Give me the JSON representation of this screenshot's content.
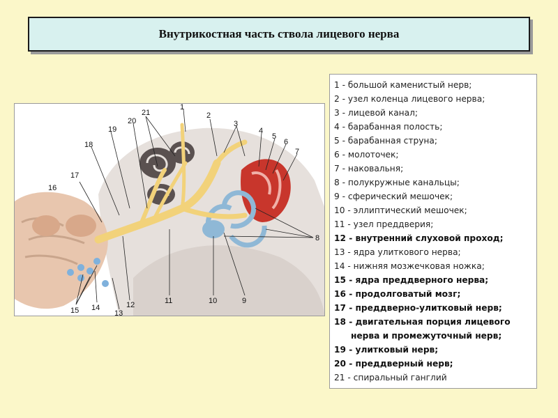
{
  "title": "Внутрикостная часть ствола лицевого нерва",
  "figure_labels": [
    "1",
    "2",
    "3",
    "4",
    "5",
    "6",
    "7",
    "8",
    "9",
    "10",
    "11",
    "12",
    "13",
    "14",
    "15",
    "16",
    "17",
    "18",
    "19",
    "20",
    "21"
  ],
  "legend": [
    {
      "text": "1 - большой каменистый нерв;",
      "bold": false
    },
    {
      "text": "2 - узел коленца лицевого нерва;",
      "bold": false
    },
    {
      "text": "3 - лицевой канал;",
      "bold": false
    },
    {
      "text": "4 - барабанная полость;",
      "bold": false
    },
    {
      "text": "5 - барабанная струна;",
      "bold": false
    },
    {
      "text": "6 - молоточек;",
      "bold": false
    },
    {
      "text": "7 - наковальня;",
      "bold": false
    },
    {
      "text": "8 - полукружные канальцы;",
      "bold": false
    },
    {
      "text": "9 - сферический мешочек;",
      "bold": false
    },
    {
      "text": "10 - эллиптический мешочек;",
      "bold": false
    },
    {
      "text": "11 - узел преддверия;",
      "bold": false
    },
    {
      "text": "12 - внутренний слуховой проход;",
      "bold": true
    },
    {
      "text": "13 - ядра улиткового нерва;",
      "bold": false
    },
    {
      "text": "14 - нижняя мозжечковая ножка;",
      "bold": false
    },
    {
      "text": "15 - ядра преддверного нерва;",
      "bold": true
    },
    {
      "text": "16 - продолговатый мозг;",
      "bold": true
    },
    {
      "text": "17 - преддверно-улитковый нерв;",
      "bold": true
    },
    {
      "text": "18 - двигательная порция лицевого",
      "bold": true
    },
    {
      "text": "нерва и промежуточный нерв;",
      "bold": true
    },
    {
      "text": "19 - улитковый нерв;",
      "bold": true
    },
    {
      "text": "20 - преддверный нерв;",
      "bold": true
    },
    {
      "text": "21 - спиральный ганглий",
      "bold": false
    }
  ],
  "colors": {
    "background": "#fbf7c9",
    "title_box": "#d8f1ef",
    "nerve": "#f2d27a",
    "labyrinth": "#8fb8d6",
    "tympanic": "#c8362c",
    "bone": "#e6e0dc",
    "brain": "#e8c6ae"
  }
}
